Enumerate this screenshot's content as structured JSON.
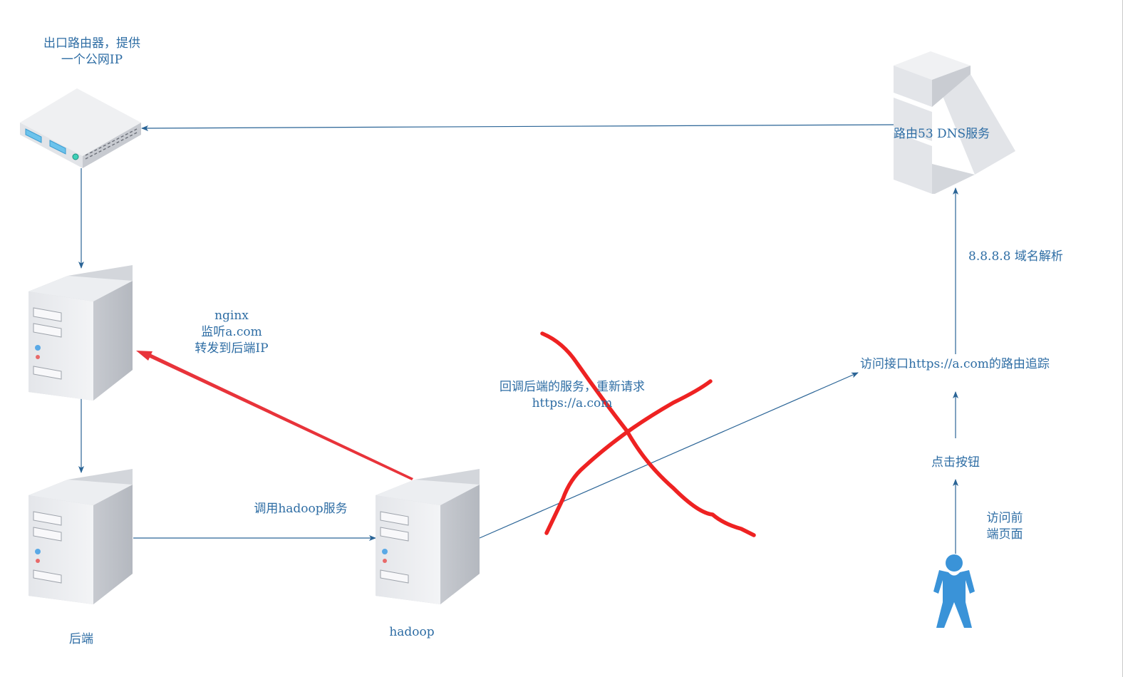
{
  "colors": {
    "label": "#2e6da4",
    "arrow": "#2a6496",
    "red_arrow": "#e8333a",
    "cross": "#ee2222",
    "person": "#3a93d8"
  },
  "labels": {
    "router": [
      "出口路由器，提供",
      "一个公网IP"
    ],
    "dns": "路由53 DNS服务",
    "dns_resolve": "8.8.8.8 域名解析",
    "nginx": [
      "nginx",
      "监听a.com",
      "转发到后端IP"
    ],
    "callback": [
      "回调后端的服务，重新请求",
      "https://a.com"
    ],
    "route_trace": "访问接口https://a.com的路由追踪",
    "click_button": "点击按钮",
    "visit_frontend": [
      "访问前",
      "端页面"
    ],
    "call_hadoop": "调用hadoop服务",
    "backend": "后端",
    "hadoop": "hadoop"
  },
  "icons": {
    "router": "router-icon",
    "dns_server": "dns-server-icon",
    "nginx_server": "server-tower-icon",
    "backend_server": "server-tower-icon",
    "hadoop_server": "server-tower-icon",
    "user": "person-icon",
    "cross": "red-cross-icon"
  }
}
